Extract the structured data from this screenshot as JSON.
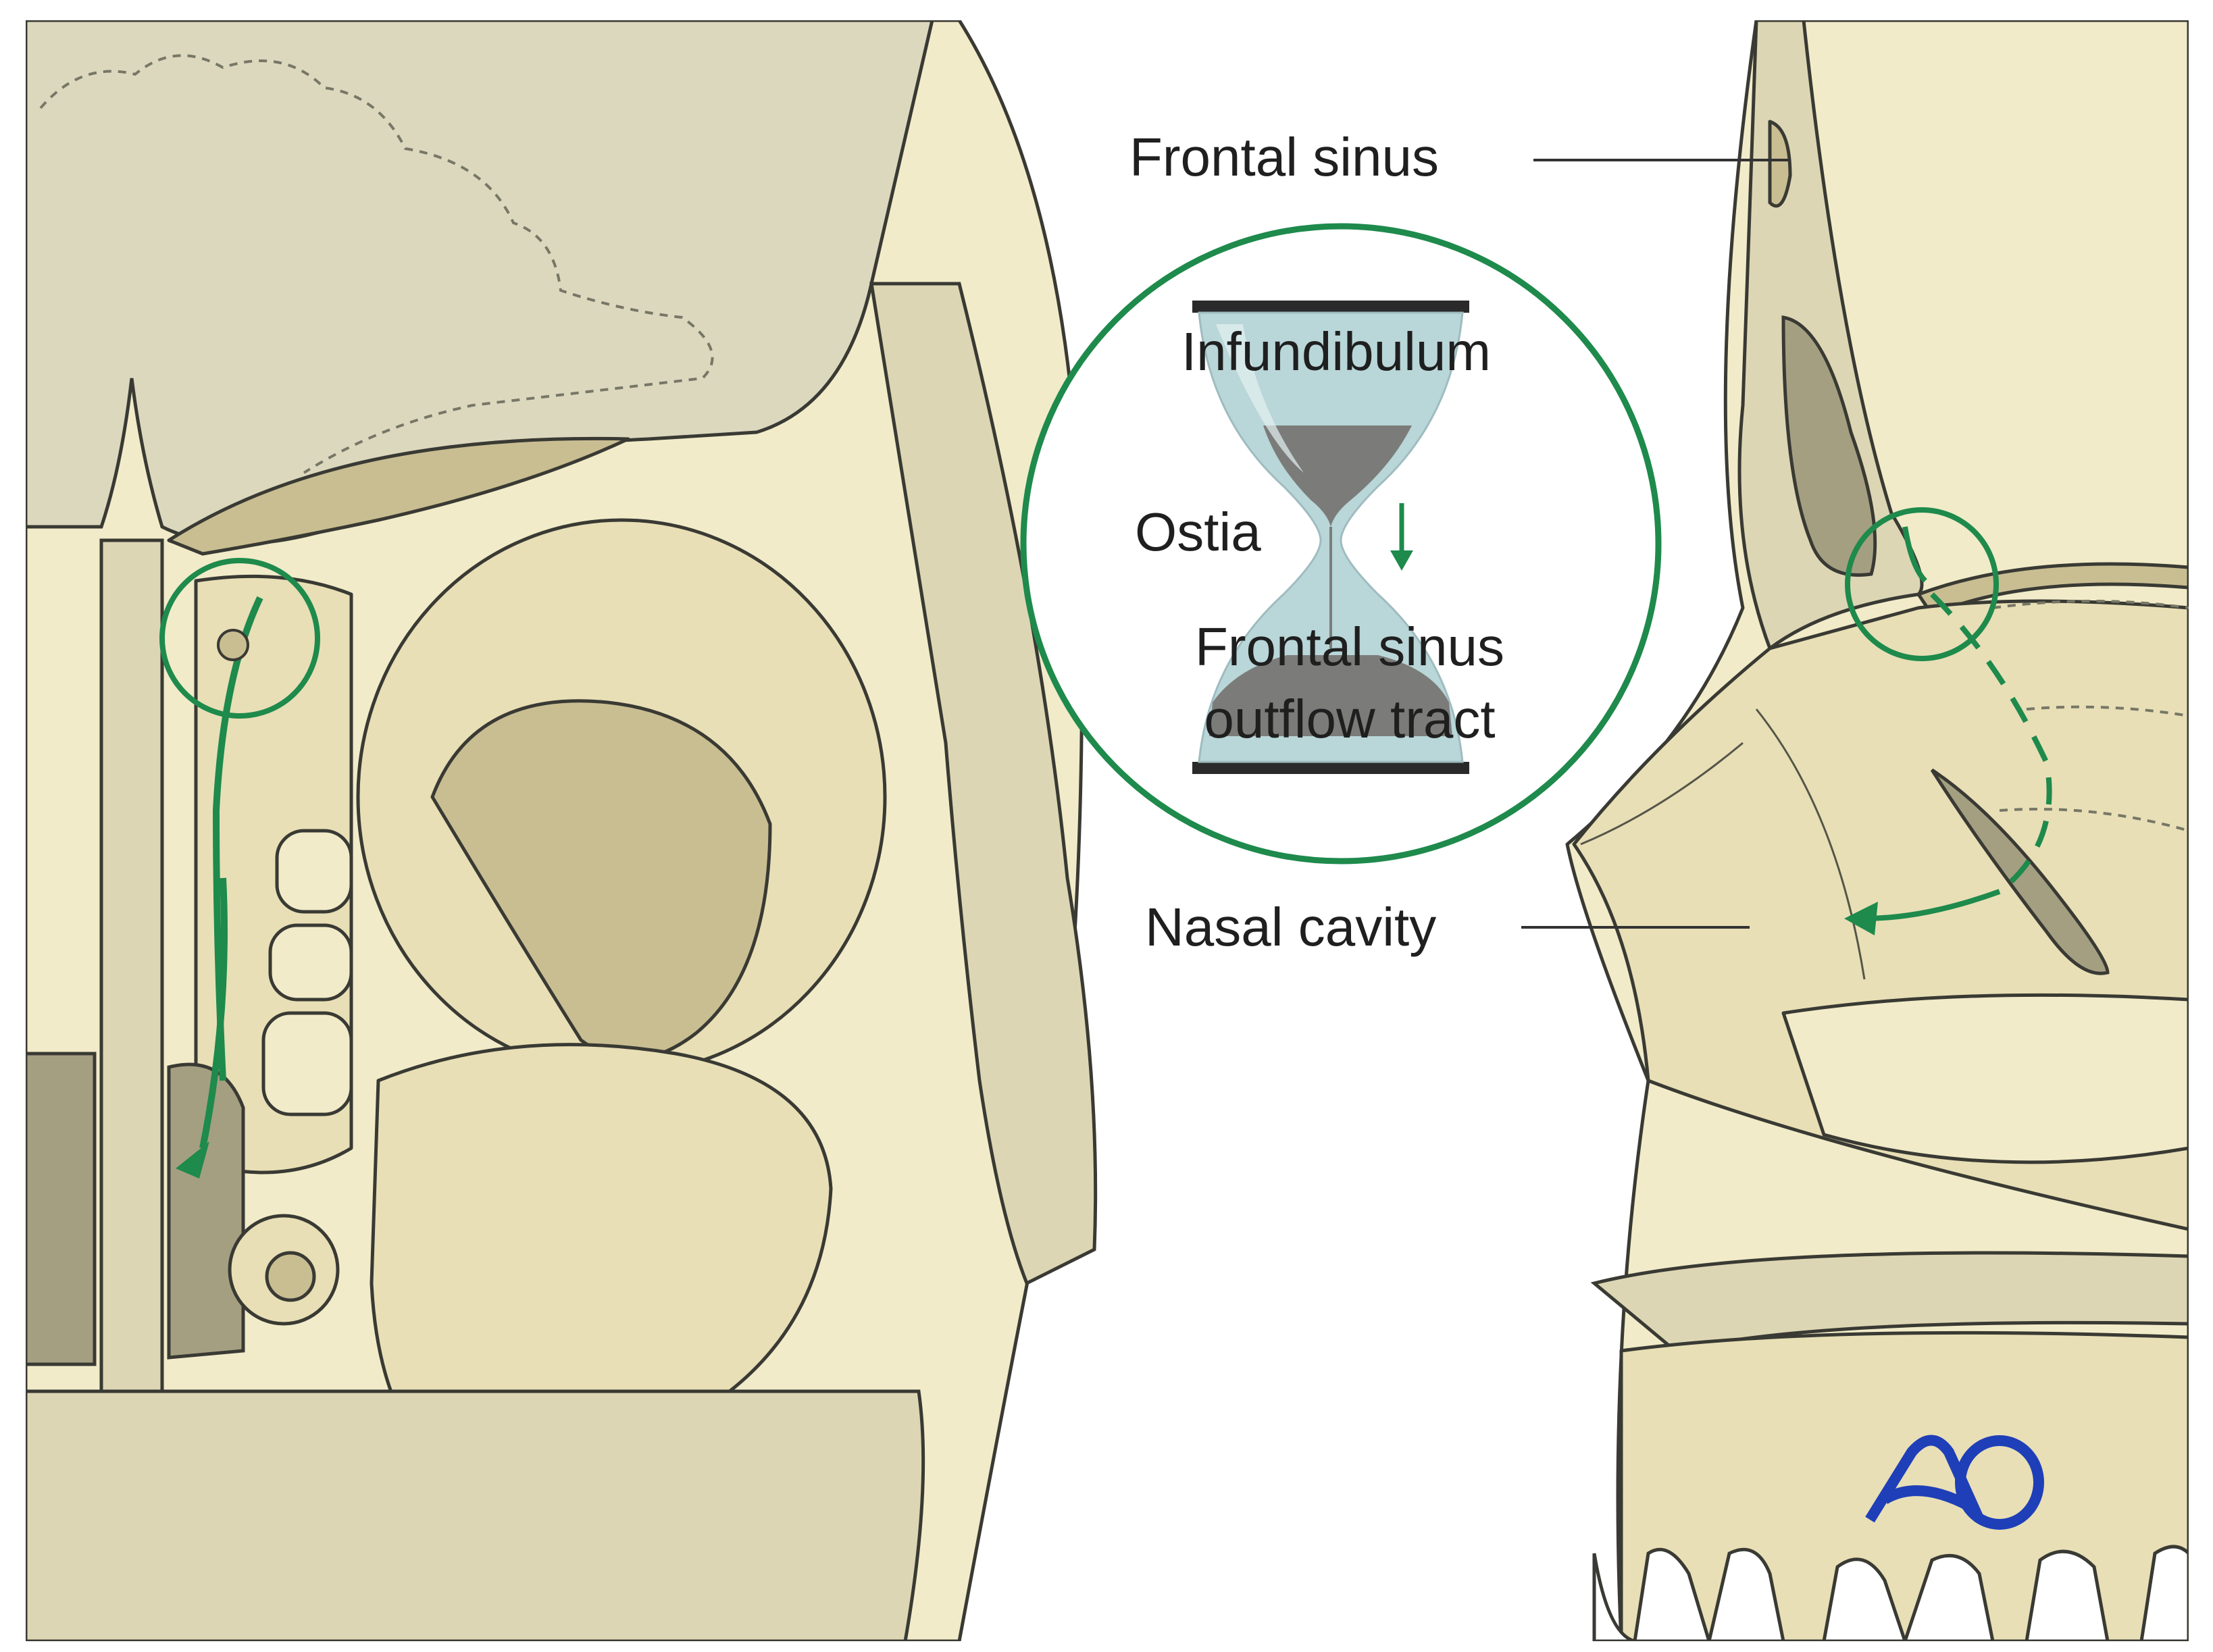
{
  "labels": {
    "frontal_sinus": "Frontal sinus",
    "infundibulum": "Infundibulum",
    "ostia": "Ostia",
    "fsot_line1": "Frontal sinus",
    "fsot_line2": "outflow tract",
    "nasal_cavity": "Nasal cavity"
  },
  "logo_text": "AO",
  "colors": {
    "bone": "#e8dfb6",
    "bone_dark": "#c9be92",
    "cavity": "#a59f82",
    "brain": "#dcd8be",
    "highlight_green": "#1e8a4c",
    "hourglass_glass": "#b9d6d8",
    "hourglass_sand": "#7b7c7a",
    "logo_blue": "#1f3fb8"
  },
  "icons": {
    "flow_arrow": "green-arrow-down-icon",
    "magnifier": "green-circle-highlight-icon",
    "hourglass": "hourglass-icon",
    "logo": "ao-logo-icon"
  }
}
